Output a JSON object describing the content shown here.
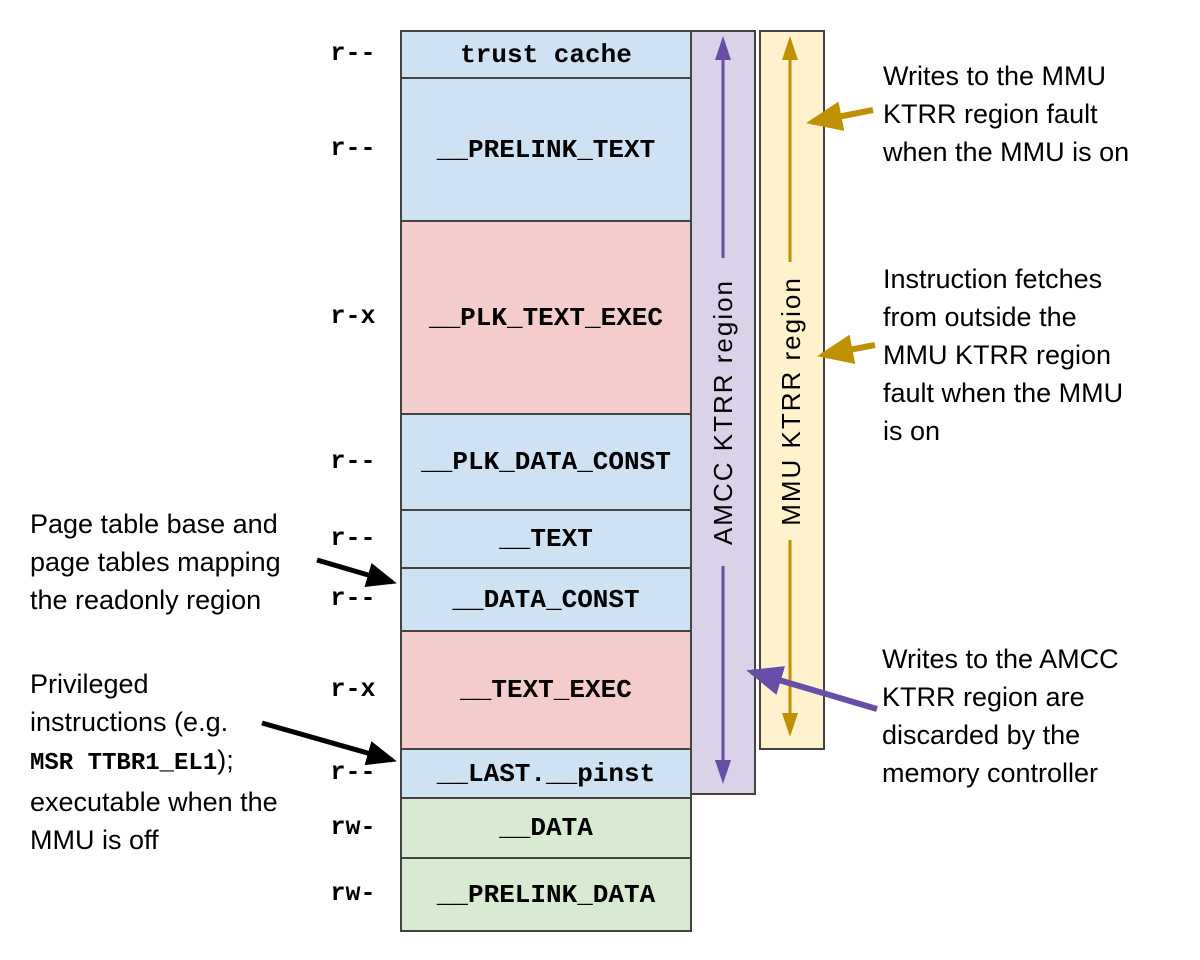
{
  "colors": {
    "segment_blue": "#cfe2f3",
    "segment_red": "#f4cccc",
    "segment_green": "#d9ead3",
    "amcc_band": "#d9d2e9",
    "mmu_band": "#fff2cc",
    "purple_arrow": "#674ea7",
    "gold_arrow": "#bf9000",
    "black_arrow": "#000000",
    "border": "#434343"
  },
  "segments": [
    {
      "label": "trust cache",
      "perm": "r--",
      "color": "#cfe2f3"
    },
    {
      "label": "__PRELINK_TEXT",
      "perm": "r--",
      "color": "#cfe2f3"
    },
    {
      "label": "__PLK_TEXT_EXEC",
      "perm": "r-x",
      "color": "#f4cccc"
    },
    {
      "label": "__PLK_DATA_CONST",
      "perm": "r--",
      "color": "#cfe2f3"
    },
    {
      "label": "__TEXT",
      "perm": "r--",
      "color": "#cfe2f3"
    },
    {
      "label": "__DATA_CONST",
      "perm": "r--",
      "color": "#cfe2f3"
    },
    {
      "label": "__TEXT_EXEC",
      "perm": "r-x",
      "color": "#f4cccc"
    },
    {
      "label": "__LAST.__pinst",
      "perm": "r--",
      "color": "#cfe2f3"
    },
    {
      "label": "__DATA",
      "perm": "rw-",
      "color": "#d9ead3"
    },
    {
      "label": "__PRELINK_DATA",
      "perm": "rw-",
      "color": "#d9ead3"
    }
  ],
  "bands": [
    {
      "label": "AMCC KTRR region"
    },
    {
      "label": "MMU KTRR region"
    }
  ],
  "annotations": {
    "page_tables": {
      "lines": [
        "Page table base and",
        "page tables mapping",
        "the readonly region"
      ]
    },
    "privileged": {
      "lines_before": [
        "Privileged",
        "instructions (e.g."
      ],
      "mono": "MSR TTBR1_EL1",
      "mono_suffix": ");",
      "lines_after": [
        "executable when the",
        "MMU is off"
      ]
    },
    "mmu_writes": {
      "lines": [
        "Writes to the MMU",
        "KTRR region fault",
        "when the MMU is on"
      ]
    },
    "mmu_fetches": {
      "lines": [
        "Instruction fetches",
        "from outside the",
        "MMU KTRR region",
        "fault when the MMU",
        "is on"
      ]
    },
    "amcc_writes": {
      "lines": [
        "Writes to the AMCC",
        "KTRR region are",
        "discarded by the",
        "memory controller"
      ]
    }
  }
}
